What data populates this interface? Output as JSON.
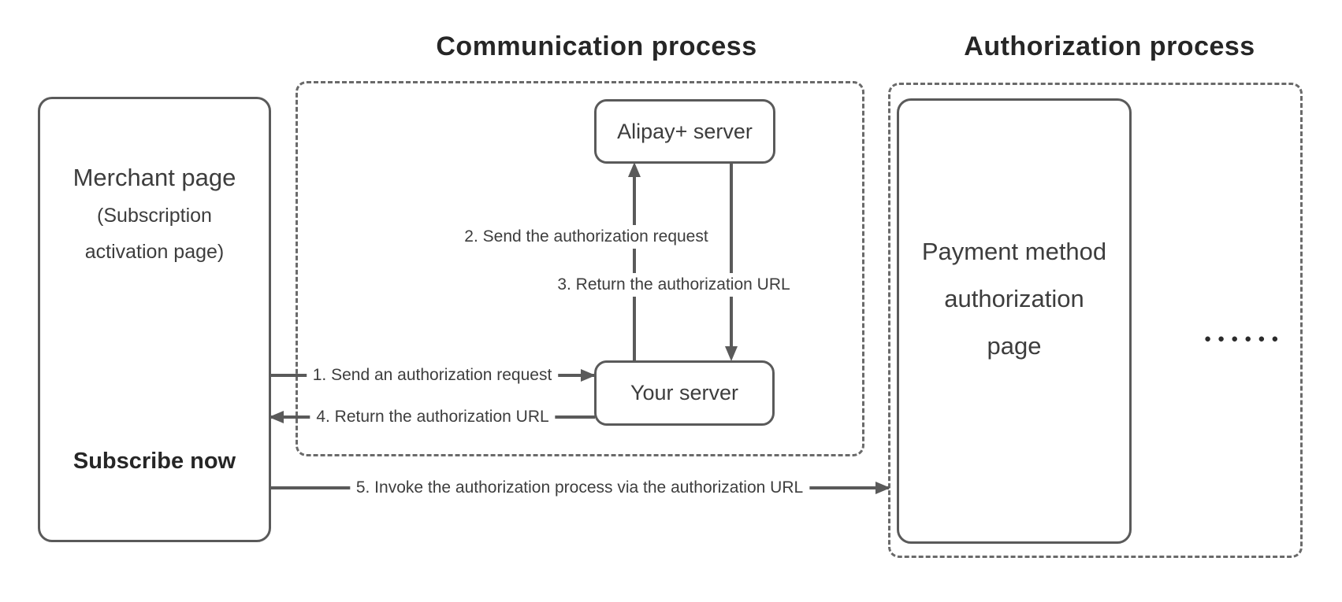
{
  "headers": {
    "communication": "Communication process",
    "authorization": "Authorization process"
  },
  "merchant": {
    "title": "Merchant page",
    "subtitle_line1": "(Subscription",
    "subtitle_line2": "activation page)",
    "button": "Subscribe now"
  },
  "servers": {
    "alipay": "Alipay+ server",
    "yours": "Your server"
  },
  "payment_page": {
    "line1": "Payment method",
    "line2": "authorization",
    "line3": "page"
  },
  "ellipsis": "●●●●●●",
  "arrows": {
    "step1": "1. Send an authorization request",
    "step2": "2. Send the authorization request",
    "step3": "3. Return the authorization URL",
    "step4": "4. Return the authorization URL",
    "step5": "5. Invoke the authorization process via the authorization URL"
  },
  "colors": {
    "line": "#5a5a5a",
    "dash": "#6a6a6a",
    "text": "#3d3d3d",
    "title": "#262626",
    "background": "#ffffff"
  }
}
